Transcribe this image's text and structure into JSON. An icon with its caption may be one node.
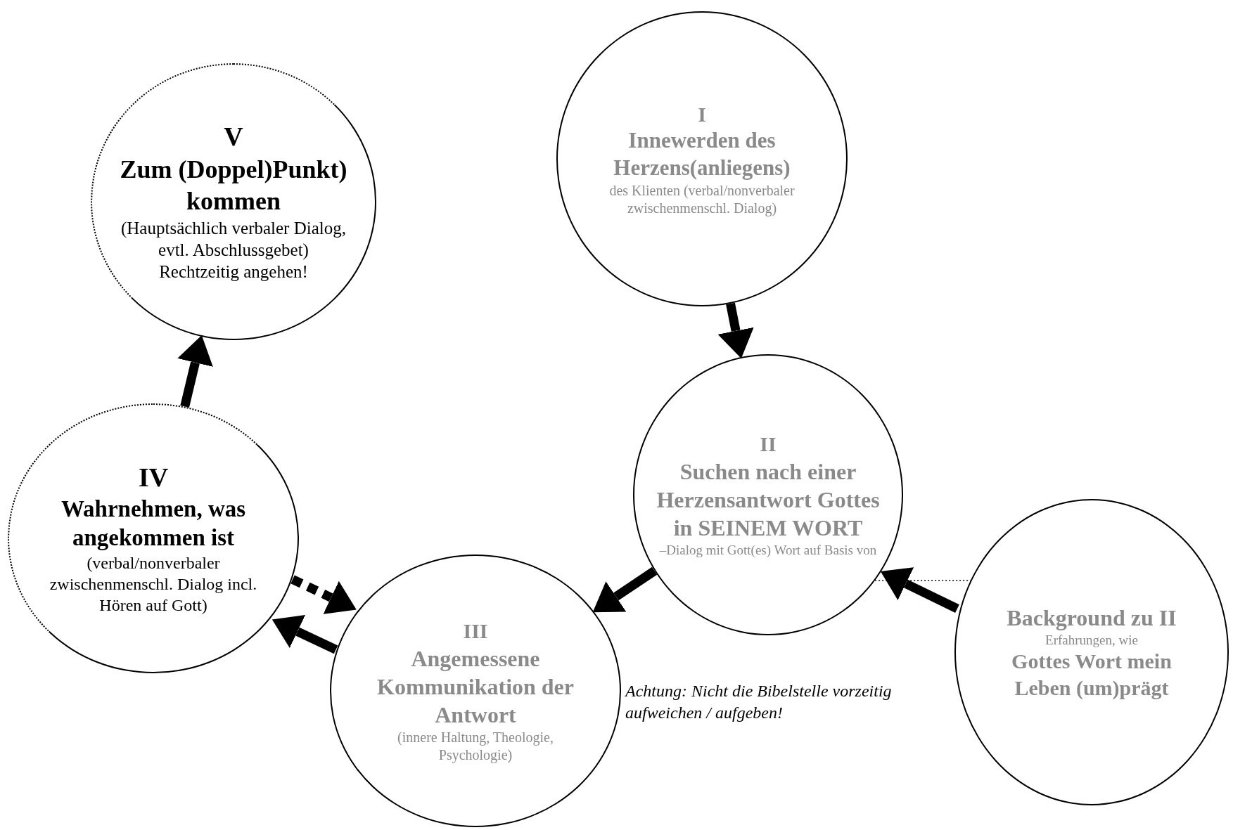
{
  "diagram": {
    "nodes": [
      {
        "text": [
          "I",
          "Innewerden des Herzens(anliegens)",
          "des Klienten (verbal/nonverbaler zwischenmenschl. Dialog)"
        ]
      },
      {
        "text": [
          "II",
          "Suchen nach einer Herzensantwort Gottes in SEINEM WORT",
          "–Dialog mit Gott(es) Wort auf Basis von"
        ]
      },
      {
        "text": [
          "III",
          "Angemessene Kommunikation der Antwort",
          "(innere Haltung, Theologie, Psychologie)"
        ]
      },
      {
        "text": [
          "IV",
          "**Wahrnehmen, was angekommen ist** (verbal/nonverbaler zwischenmenschl. Dialog incl. Hören auf Gott)"
        ]
      },
      {
        "text": [
          "V",
          "Zum (Doppel)Punkt) kommen",
          "(Hauptsächlich verbaler Dialog, evtl. Abschlussgebet)",
          "Rechtzeitig angehen!"
        ]
      },
      {
        "text": [
          "Background zu II",
          "Erfahrungen, wie",
          "Gottes Wort mein Leben (um)prägt"
        ]
      }
    ],
    "edges": [
      {
        "from": 0,
        "to": 1,
        "arrow": "to"
      },
      {
        "from": 5,
        "to": 1,
        "arrow": "to"
      },
      {
        "from": 1,
        "to": 2,
        "arrow": "to"
      },
      {
        "from": 2,
        "to": 3,
        "arrow": "to"
      },
      {
        "from": 3,
        "to": 4,
        "arrow": "to"
      },
      {
        "from": 3,
        "to": 2,
        "arrow": "to",
        "style": "dashed"
      },
      {
        "from": 1,
        "to": 5,
        "arrow": "none",
        "style": "dashed"
      }
    ],
    "labels": [
      "Achtung: Nicht die Bibelstelle vorzeitig aufweichen / aufgeben!"
    ]
  }
}
